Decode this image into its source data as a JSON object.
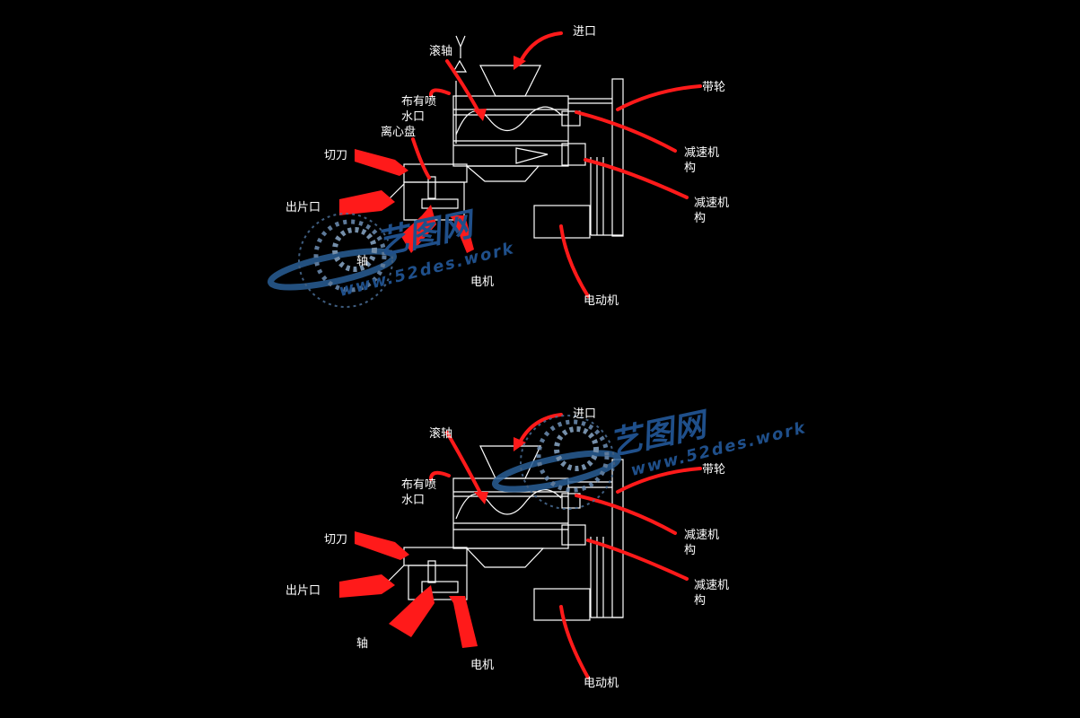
{
  "colors": {
    "background": "#000000",
    "line": "#ffffff",
    "arrow": "#ff1a1a",
    "watermark": "#1f4f8a"
  },
  "watermark": {
    "brand": "艺图网",
    "url": "www.52des.work"
  },
  "diagram_top": {
    "labels": {
      "inlet": "进口",
      "roller_shaft": "滚轴",
      "spray_nozzle": "布有喷\n水口",
      "centrifugal_disc": "离心盘",
      "cutter": "切刀",
      "outlet": "出片口",
      "shaft": "轴",
      "motor": "电机",
      "electric_motor": "电动机",
      "pulley": "带轮",
      "reducer_1": "减速机\n构",
      "reducer_2": "减速机\n构"
    }
  },
  "diagram_bottom": {
    "labels": {
      "inlet": "进口",
      "roller_shaft": "滚轴",
      "spray_nozzle": "布有喷\n水口",
      "cutter": "切刀",
      "outlet": "出片口",
      "shaft": "轴",
      "motor": "电机",
      "electric_motor": "电动机",
      "pulley": "带轮",
      "reducer_1": "减速机\n构",
      "reducer_2": "减速机\n构"
    }
  }
}
